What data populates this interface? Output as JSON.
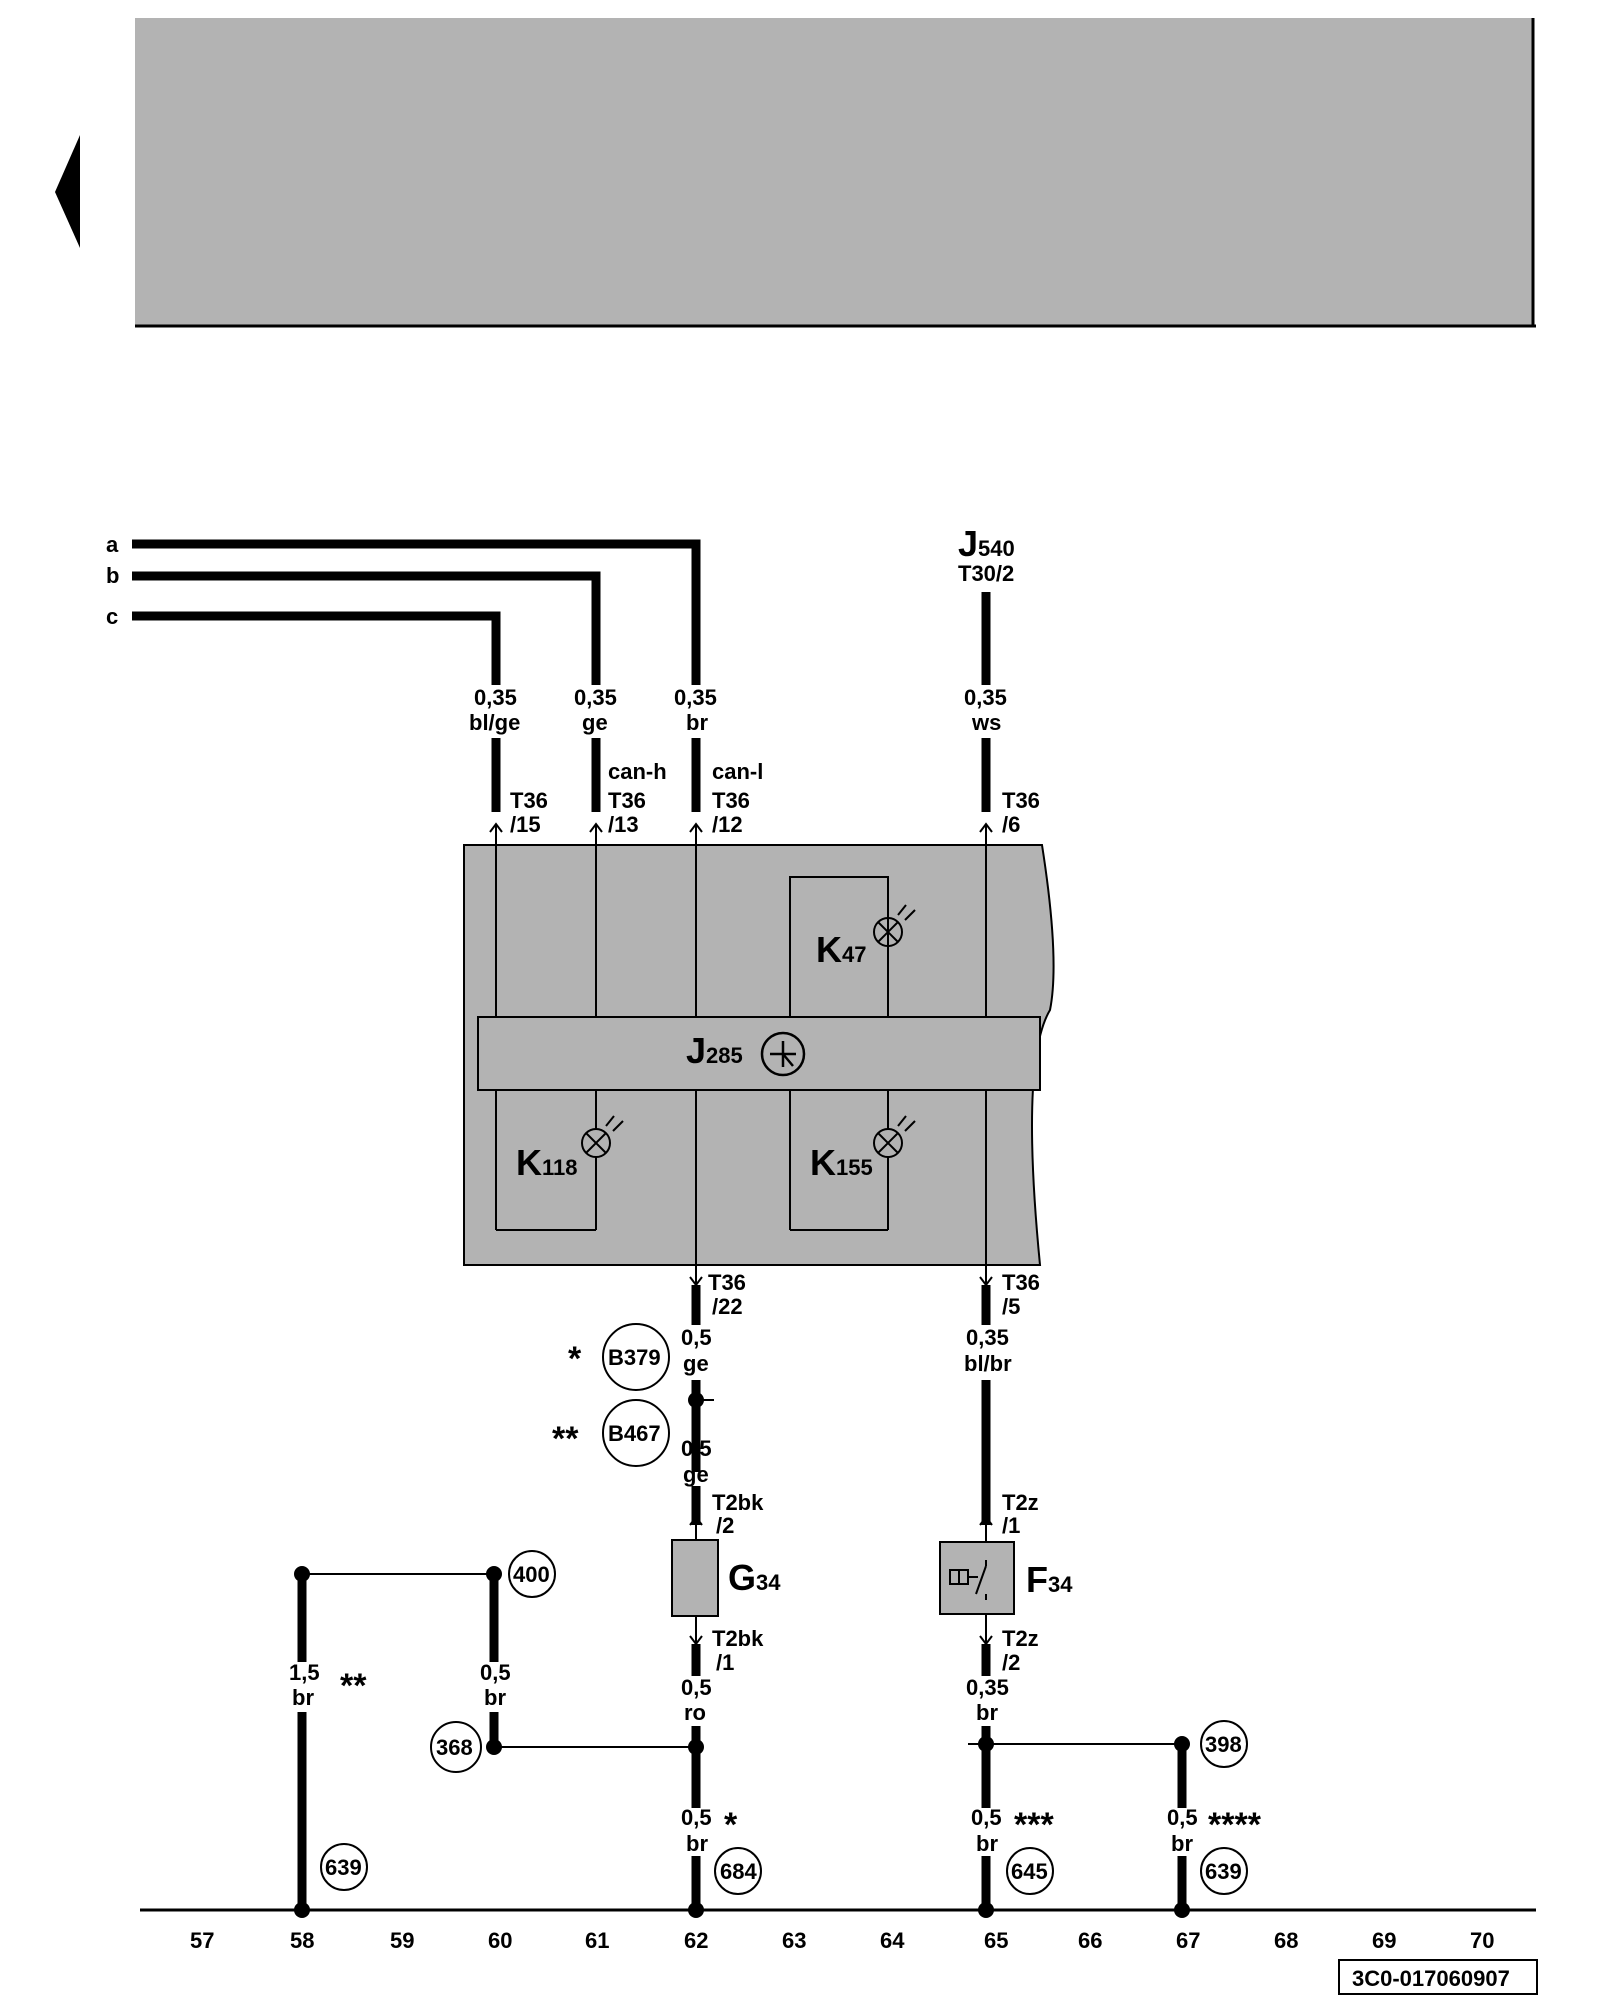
{
  "nav": {
    "back_arrow": "left-triangle"
  },
  "header_panel": {
    "color": "#b3b3b3"
  },
  "inputs": [
    {
      "id": "a",
      "label": "a"
    },
    {
      "id": "b",
      "label": "b"
    },
    {
      "id": "c",
      "label": "c"
    }
  ],
  "j540": {
    "name": "J",
    "sub": "540",
    "pin": "T30/2"
  },
  "wires_top": [
    {
      "gauge": "0,35",
      "color": "bl/ge",
      "conn": "T36",
      "pin": "/15",
      "signal": ""
    },
    {
      "gauge": "0,35",
      "color": "ge",
      "conn": "T36",
      "pin": "/13",
      "signal": "can-h"
    },
    {
      "gauge": "0,35",
      "color": "br",
      "conn": "T36",
      "pin": "/12",
      "signal": "can-l"
    },
    {
      "gauge": "0,35",
      "color": "ws",
      "conn": "T36",
      "pin": "/6",
      "signal": ""
    }
  ],
  "module": {
    "color": "#b3b3b3",
    "main": {
      "name": "J",
      "sub": "285"
    },
    "lamps": [
      {
        "name": "K",
        "sub": "47"
      },
      {
        "name": "K",
        "sub": "118"
      },
      {
        "name": "K",
        "sub": "155"
      }
    ]
  },
  "left_branch": {
    "out": {
      "conn": "T36",
      "pin": "/22"
    },
    "w1": {
      "gauge": "0,5",
      "color": "ge"
    },
    "w2": {
      "gauge": "0,5",
      "color": "ge"
    },
    "refs": {
      "r1": "B379",
      "r2": "B467"
    },
    "stars": {
      "s1": "*",
      "s2": "**"
    },
    "in": {
      "conn": "T2bk",
      "pin": "/2"
    },
    "component": {
      "name": "G",
      "sub": "34"
    },
    "out2": {
      "conn": "T2bk",
      "pin": "/1"
    },
    "w3": {
      "gauge": "0,5",
      "color": "ro"
    },
    "w4": {
      "gauge": "0,5",
      "color": "br",
      "star": "*"
    },
    "ground_ref": "684"
  },
  "right_branch": {
    "out": {
      "conn": "T36",
      "pin": "/5"
    },
    "w1": {
      "gauge": "0,35",
      "color": "bl/br"
    },
    "in": {
      "conn": "T2z",
      "pin": "/1"
    },
    "component": {
      "name": "F",
      "sub": "34"
    },
    "out2": {
      "conn": "T2z",
      "pin": "/2"
    },
    "w2": {
      "gauge": "0,35",
      "color": "br"
    },
    "w3": {
      "gauge": "0,5",
      "color": "br",
      "star": "***"
    },
    "ground_ref": "645",
    "link_ref": "398",
    "w4": {
      "gauge": "0,5",
      "color": "br",
      "star": "****"
    },
    "ground_ref2": "639"
  },
  "ground_left": {
    "wA": {
      "gauge": "1,5",
      "color": "br",
      "star": "**"
    },
    "wB": {
      "gauge": "0,5",
      "color": "br"
    },
    "ref_top": "400",
    "ref_mid": "368",
    "ground_ref": "639"
  },
  "columns": [
    "57",
    "58",
    "59",
    "60",
    "61",
    "62",
    "63",
    "64",
    "65",
    "66",
    "67",
    "68",
    "69",
    "70"
  ],
  "doc_id": "3C0-017060907"
}
